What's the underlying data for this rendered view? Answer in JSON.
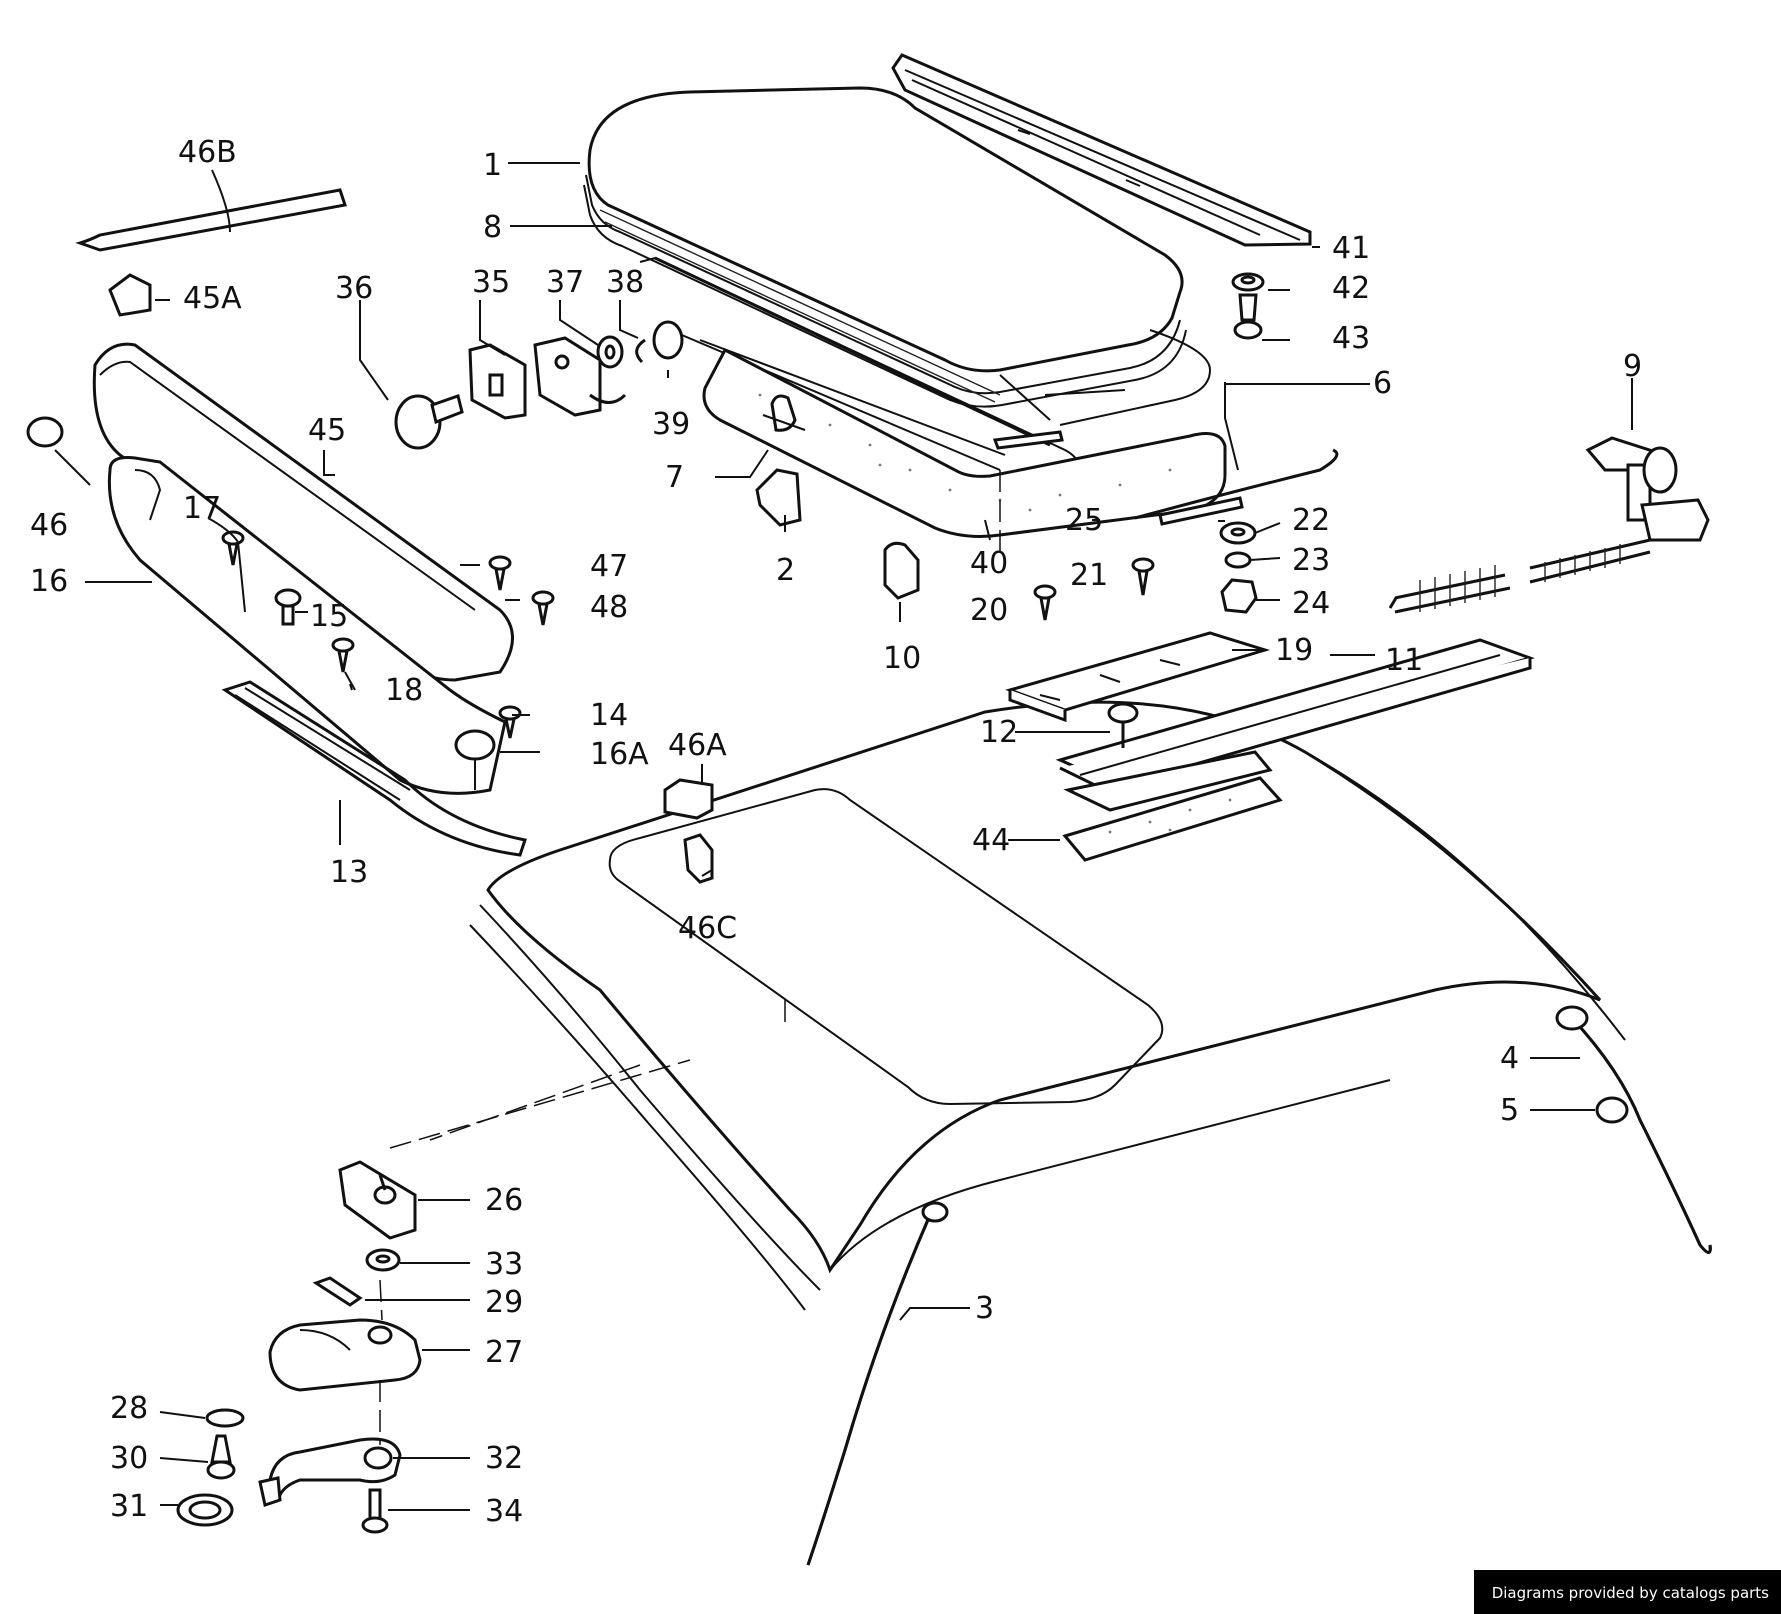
{
  "footer": {
    "credit": "Diagrams provided by catalogs parts"
  },
  "callouts": {
    "c1": "1",
    "c2": "2",
    "c3": "3",
    "c4": "4",
    "c5": "5",
    "c6": "6",
    "c7": "7",
    "c8": "8",
    "c9": "9",
    "c10": "10",
    "c11": "11",
    "c12": "12",
    "c13": "13",
    "c14": "14",
    "c15": "15",
    "c16": "16",
    "c16A": "16A",
    "c17": "17",
    "c18": "18",
    "c19": "19",
    "c20": "20",
    "c21": "21",
    "c22": "22",
    "c23": "23",
    "c24": "24",
    "c25": "25",
    "c26": "26",
    "c27": "27",
    "c28": "28",
    "c29": "29",
    "c30": "30",
    "c31": "31",
    "c32": "32",
    "c33": "33",
    "c34": "34",
    "c35": "35",
    "c36": "36",
    "c37": "37",
    "c38": "38",
    "c39": "39",
    "c40": "40",
    "c41": "41",
    "c42": "42",
    "c43": "43",
    "c44": "44",
    "c45": "45",
    "c45A": "45A",
    "c46": "46",
    "c46A": "46A",
    "c46B": "46B",
    "c46C": "46C",
    "c47": "47",
    "c48": "48"
  }
}
